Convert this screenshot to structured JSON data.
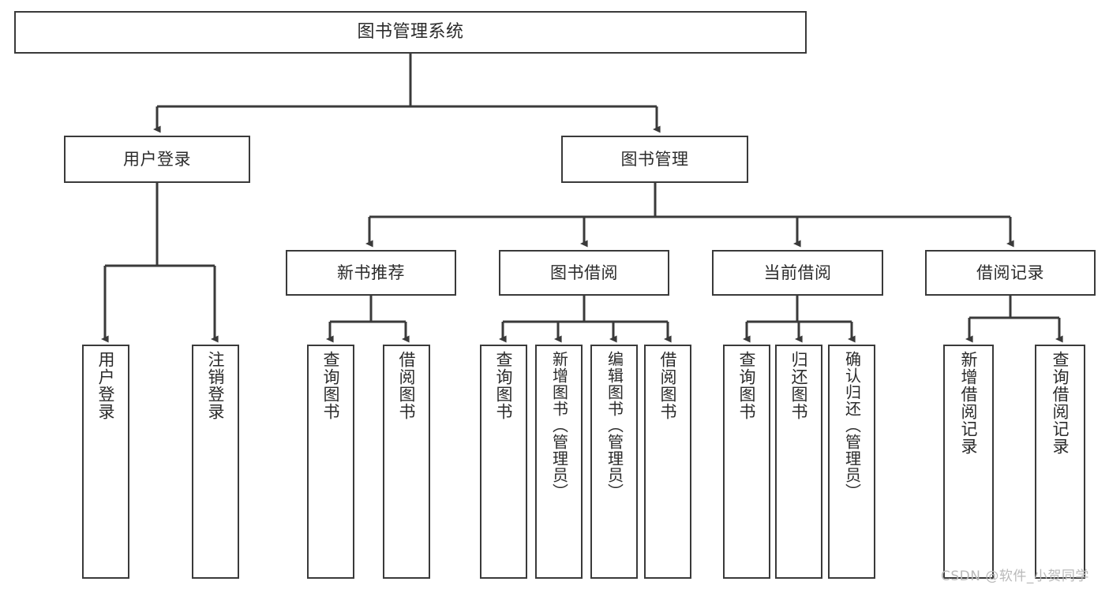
{
  "diagram": {
    "title": "图书管理系统",
    "type": "tree-hierarchy",
    "stroke_color": "#3a3a3a",
    "text_color": "#2b2b2b",
    "background_color": "#ffffff",
    "nodes": {
      "root": {
        "label": "图书管理系统"
      },
      "level2": [
        {
          "id": "user-login",
          "label": "用户登录"
        },
        {
          "id": "book-manage",
          "label": "图书管理"
        }
      ],
      "level3": [
        {
          "id": "new-book-recommend",
          "label": "新书推荐"
        },
        {
          "id": "book-borrow",
          "label": "图书借阅"
        },
        {
          "id": "current-borrow",
          "label": "当前借阅"
        },
        {
          "id": "borrow-record",
          "label": "借阅记录"
        }
      ],
      "leaves": [
        {
          "id": "leaf-user-login",
          "label": "用户登录",
          "parent": "user-login"
        },
        {
          "id": "leaf-logout-login",
          "label": "注销登录",
          "parent": "user-login"
        },
        {
          "id": "leaf-query-book-1",
          "label": "查询图书",
          "parent": "new-book-recommend"
        },
        {
          "id": "leaf-borrow-book-1",
          "label": "借阅图书",
          "parent": "new-book-recommend"
        },
        {
          "id": "leaf-query-book-2",
          "label": "查询图书",
          "parent": "book-borrow"
        },
        {
          "id": "leaf-add-book",
          "label": "新增图书（管理员）",
          "parent": "book-borrow"
        },
        {
          "id": "leaf-edit-book",
          "label": "编辑图书（管理员）",
          "parent": "book-borrow"
        },
        {
          "id": "leaf-borrow-book-2",
          "label": "借阅图书",
          "parent": "book-borrow"
        },
        {
          "id": "leaf-query-book-3",
          "label": "查询图书",
          "parent": "current-borrow"
        },
        {
          "id": "leaf-return-book",
          "label": "归还图书",
          "parent": "current-borrow"
        },
        {
          "id": "leaf-confirm-return",
          "label": "确认归还（管理员）",
          "parent": "current-borrow"
        },
        {
          "id": "leaf-add-record",
          "label": "新增借阅记录",
          "parent": "borrow-record"
        },
        {
          "id": "leaf-query-record",
          "label": "查询借阅记录",
          "parent": "borrow-record"
        }
      ]
    }
  },
  "watermark": {
    "text": "CSDN @软件_小贺同学",
    "color": "#b9b9b9"
  }
}
